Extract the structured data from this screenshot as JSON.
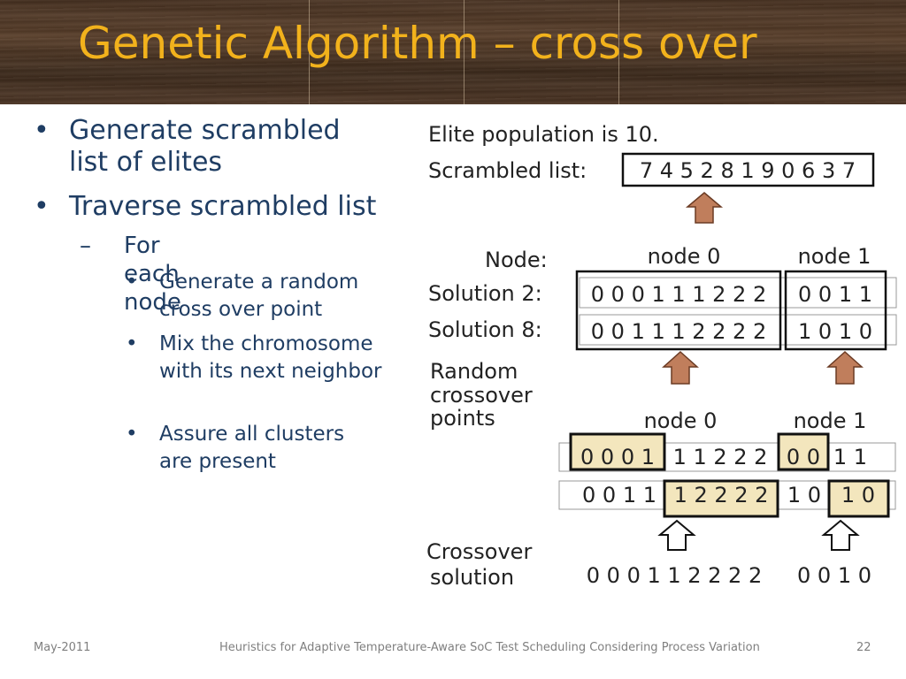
{
  "slide": {
    "title": "Genetic Algorithm – cross over",
    "bullets": [
      "Generate scrambled list of elites",
      "Traverse scrambled list"
    ],
    "sub_bullet": "For each node",
    "sub_sub_bullets": [
      "Generate a random cross over point",
      "Mix the chromosome with its next neighbor",
      "Assure all clusters are present"
    ]
  },
  "figure": {
    "elite_text": "Elite population is 10.",
    "scrambled_label": "Scrambled list:",
    "scrambled_list": "7 4 5 2 8 1 9 0 6 3 7",
    "node_label": "Node:",
    "node0": "node 0",
    "node1": "node 1",
    "solution2_label": "Solution 2:",
    "solution2_node0": "0 0 0 1 1 1 2 2 2",
    "solution2_node1": "0 0 1 1",
    "solution8_label": "Solution 8:",
    "solution8_node0": "0 0 1 1 1 2 2 2 2",
    "solution8_node1": "1 0 1 0",
    "random_label_1": "Random",
    "random_label_2": "crossover",
    "random_label_3": "points",
    "row1_n0_a": "0 0 0 1",
    "row1_n0_b": "1 1 2 2 2",
    "row1_n1_a": "0 0",
    "row1_n1_b": "1 1",
    "row2_n0_a": "0 0 1 1",
    "row2_n0_b": "1 2 2 2 2",
    "row2_n1_a": "1 0",
    "row2_n1_b": "1 0",
    "crossover_label_1": "Crossover",
    "crossover_label_2": "solution",
    "result_node0": "0 0 0 1 1 2 2 2 2",
    "result_node1": "0 0 1 0",
    "colors": {
      "title": "#f2b21c",
      "bullet_text": "#1f3d63",
      "arrow_fill": "#c07e5c",
      "highlight": "#f3e6bd"
    }
  },
  "footer": {
    "date": "May-2011",
    "text": "Heuristics for Adaptive Temperature-Aware SoC Test Scheduling Considering Process Variation",
    "page": "22"
  }
}
